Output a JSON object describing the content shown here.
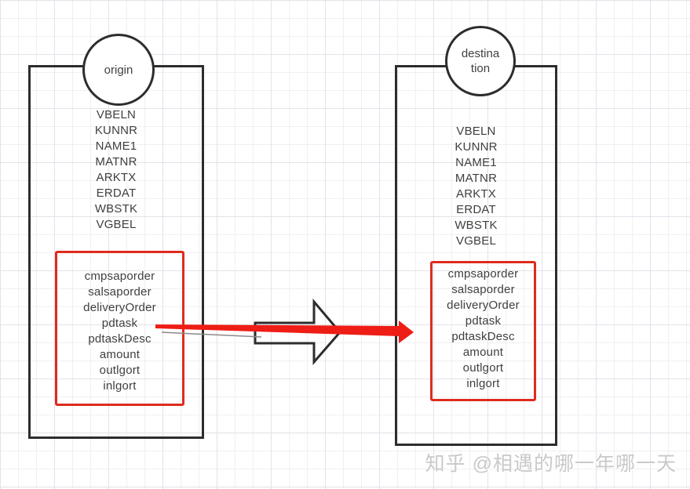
{
  "colors": {
    "stroke_dark": "#2d2d2d",
    "text": "#3f3f3f",
    "red_box": "#df2b1f",
    "red_arrow": "#ee1d15",
    "gray_line": "#8a8a8a",
    "grid_minor": "#f0f0f4",
    "grid_major": "#e2e2ea",
    "watermark": "#c9c9c9"
  },
  "origin_entity": {
    "label": "origin",
    "fields": [
      "VBELN",
      "KUNNR",
      "NAME1",
      "MATNR",
      "ARKTX",
      "ERDAT",
      "WBSTK",
      "VGBEL"
    ],
    "highlighted_fields": [
      "cmpsaporder",
      "salsaporder",
      "deliveryOrder",
      "pdtask",
      "pdtaskDesc",
      "amount",
      "outlgort",
      "inlgort"
    ]
  },
  "destination_entity": {
    "label": "destination",
    "label_line1": "destina",
    "label_line2": "tion",
    "fields": [
      "VBELN",
      "KUNNR",
      "NAME1",
      "MATNR",
      "ARKTX",
      "ERDAT",
      "WBSTK",
      "VGBEL"
    ],
    "highlighted_fields": [
      "cmpsaporder",
      "salsaporder",
      "deliveryOrder",
      "pdtask",
      "pdtaskDesc",
      "amount",
      "outlgort",
      "inlgort"
    ]
  },
  "watermark": {
    "text": "知乎 @相遇的哪一年哪一天"
  }
}
